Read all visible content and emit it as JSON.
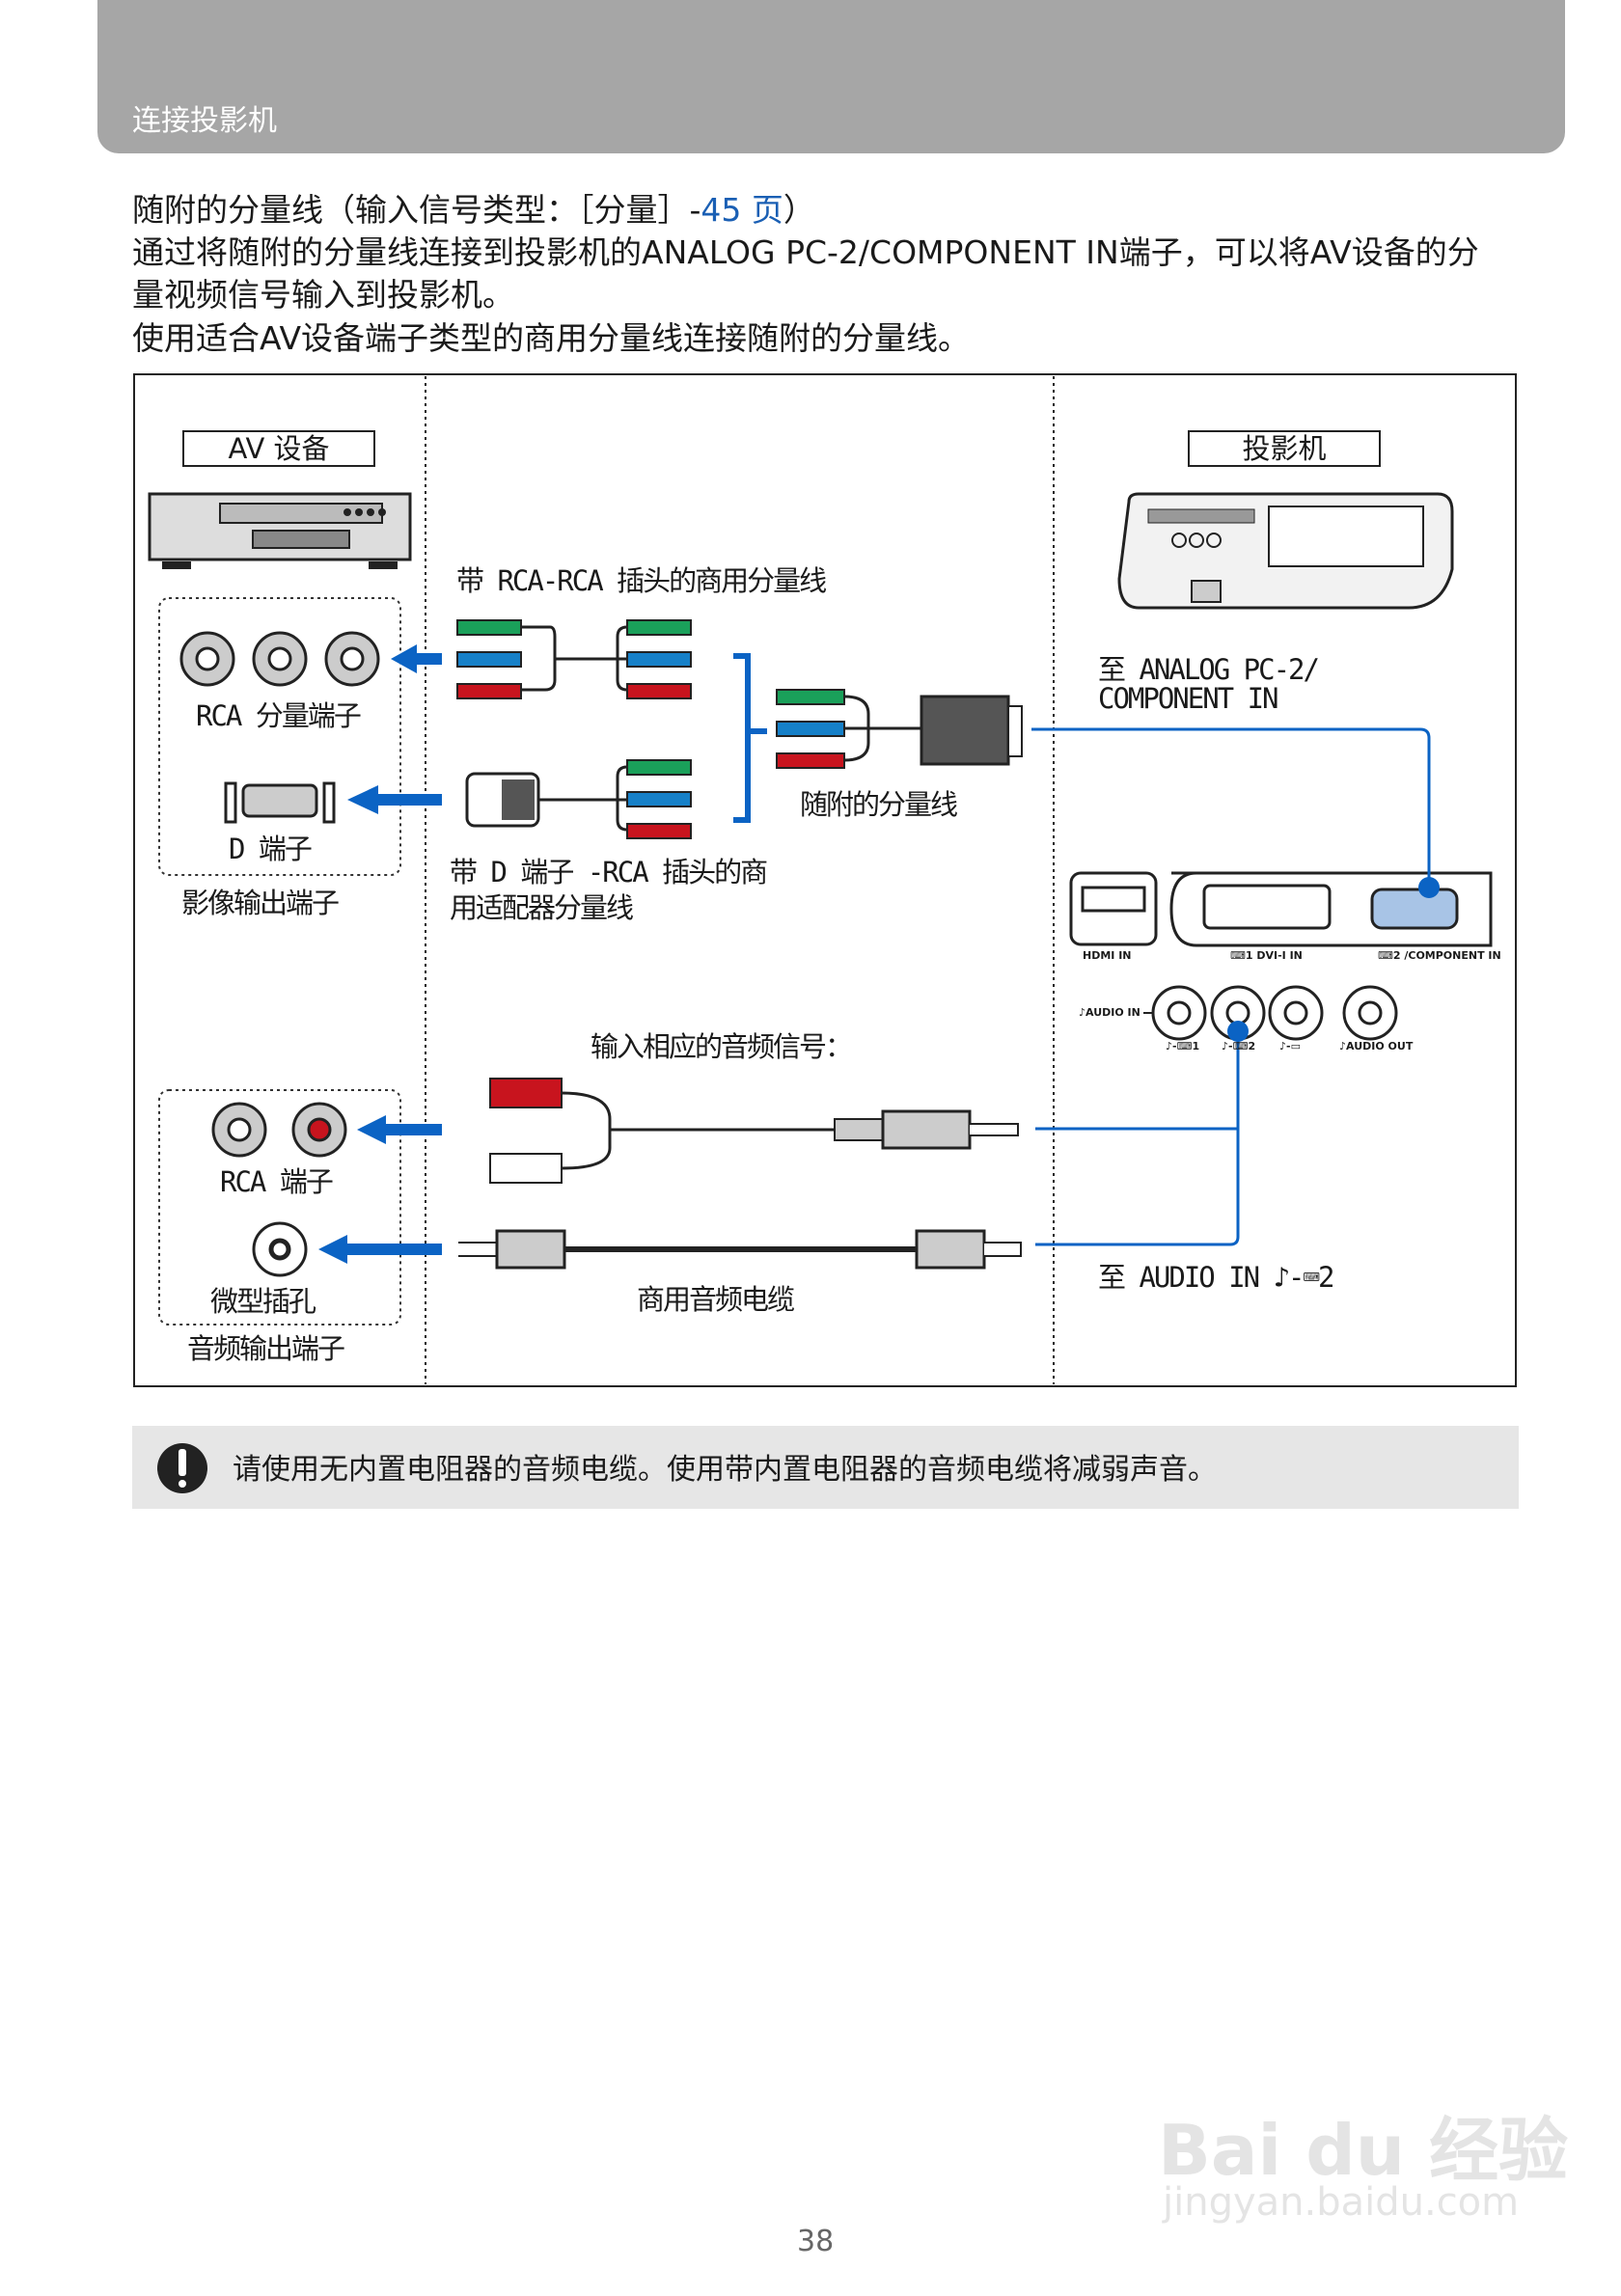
{
  "header": {
    "title": "连接投影机"
  },
  "section": {
    "heading": "随附的分量线（输入信号类型：［分量］-",
    "heading_link": "45 页",
    "heading_end": "）",
    "lines": [
      "通过将随附的分量线连接到投影机的ANALOG PC-2/COMPONENT  IN端子，可以将AV设备的分",
      "量视频信号输入到投影机。",
      "使用适合AV设备端子类型的商用分量线连接随附的分量线。"
    ]
  },
  "diagram": {
    "av_device": "AV 设备",
    "projector": "投影机",
    "rca_component_terminal": "RCA 分量端子",
    "d_terminal": "D 端子",
    "video_output_terminal": "影像输出端子",
    "rca_rca_cable": "带 RCA-RCA 插头的商用分量线",
    "supplied_cable": "随附的分量线",
    "d_rca_cable": [
      "带 D 端子 -RCA 插头的商",
      "用适配器分量线"
    ],
    "to_analog": [
      "至 ANALOG PC-2/",
      "COMPONENT  IN"
    ],
    "audio_input_note": "输入相应的音频信号：",
    "rca_terminal": "RCA 端子",
    "mini_jack": "微型插孔",
    "audio_output_terminal": "音频输出端子",
    "audio_cable": "商用音频电缆",
    "to_audio_in": "至 AUDIO IN ♪-⌨2",
    "ports": {
      "hdmi": "HDMI IN",
      "dvi": "⌨1 DVI-I IN",
      "component": "⌨2 /COMPONENT IN",
      "audio_in": "♪AUDIO IN",
      "audio1": "♪-⌨1",
      "audio2": "♪-⌨2",
      "audio3": "♪-▭",
      "audio_out": "♪AUDIO OUT"
    },
    "colors": {
      "connection_line": "#0b63c4",
      "green": "#1aa05a",
      "blue": "#1680c8",
      "red": "#c8141e"
    }
  },
  "warning": {
    "icon": "caution-icon",
    "text": "请使用无内置电阻器的音频电缆。使用带内置电阻器的音频电缆将减弱声音。"
  },
  "page_number": "38",
  "watermark": [
    "Bai du 经验",
    "jingyan.baidu.com"
  ]
}
